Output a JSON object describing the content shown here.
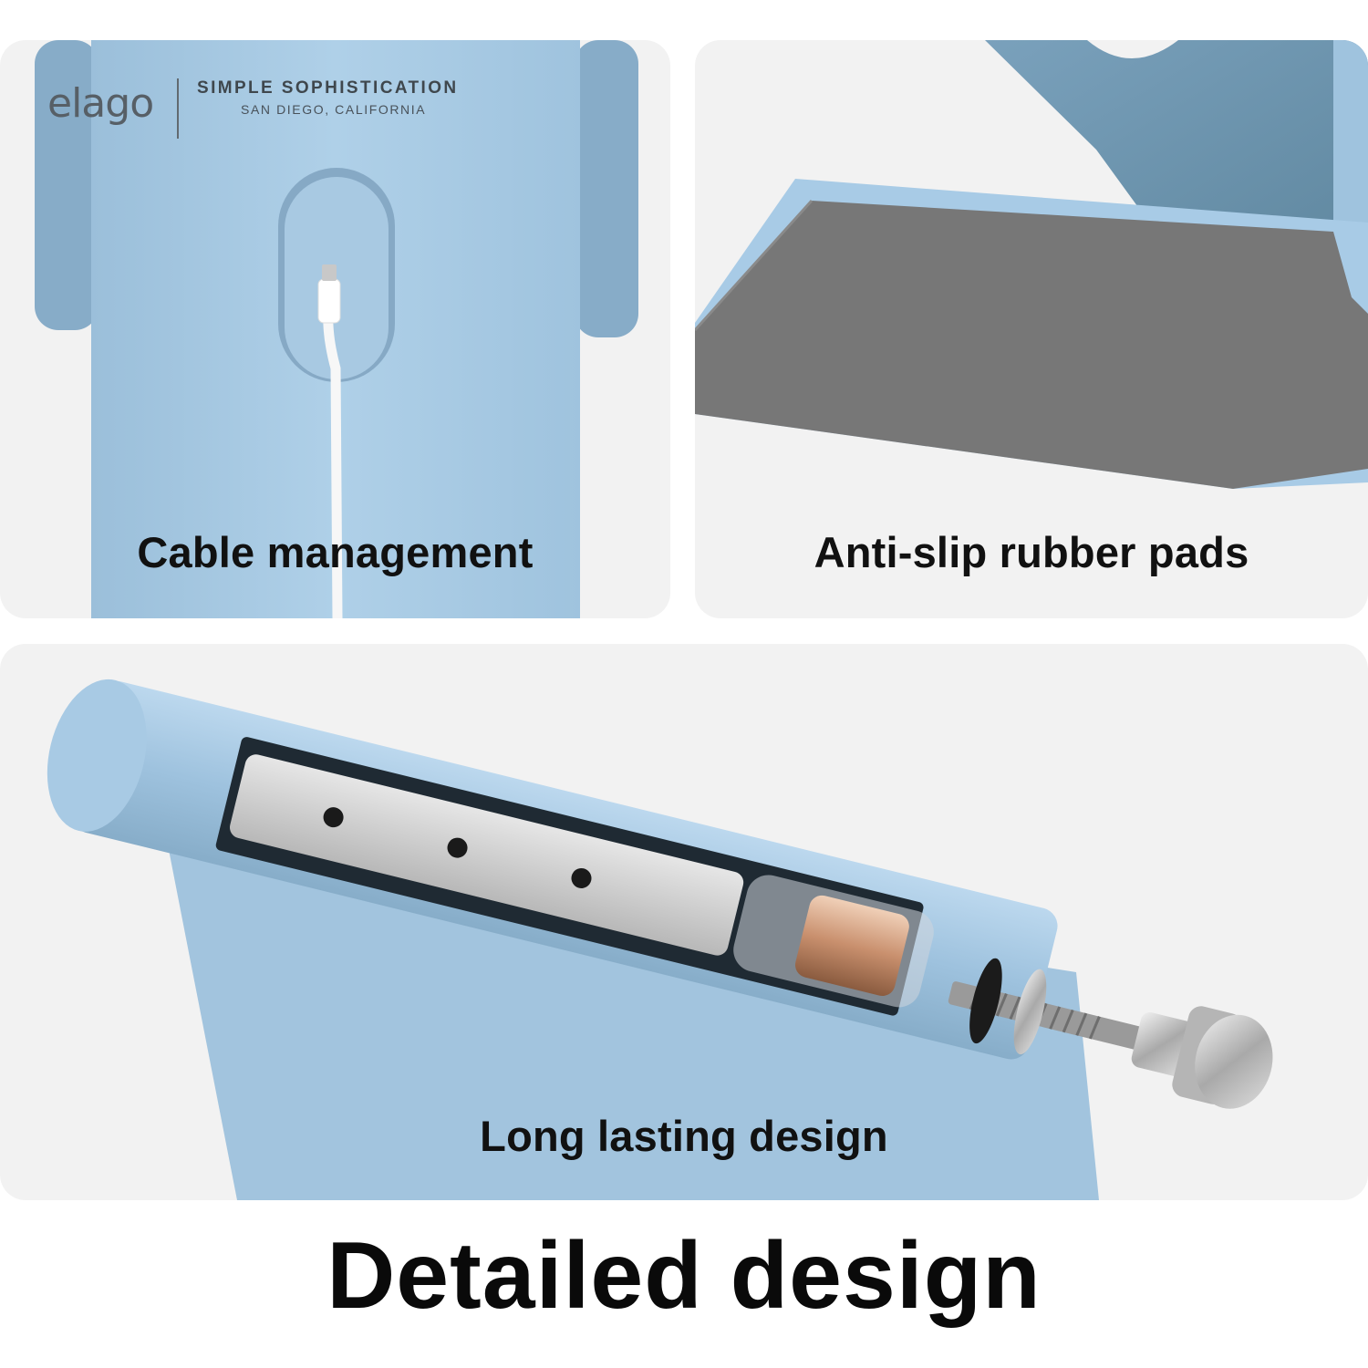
{
  "brand": {
    "logo": "elago",
    "tagline": "SIMPLE SOPHISTICATION",
    "location": "SAN DIEGO, CALIFORNIA"
  },
  "panels": {
    "cable": {
      "caption": "Cable management"
    },
    "pads": {
      "caption": "Anti-slip rubber pads"
    },
    "long": {
      "caption": "Long lasting design"
    }
  },
  "headline": "Detailed design",
  "colors": {
    "stand_blue": "#a3c6e1",
    "stand_blue_dark": "#6a93ae",
    "rubber_pad": "#777777",
    "panel_bg": "#f2f2f2",
    "text": "#111111"
  }
}
